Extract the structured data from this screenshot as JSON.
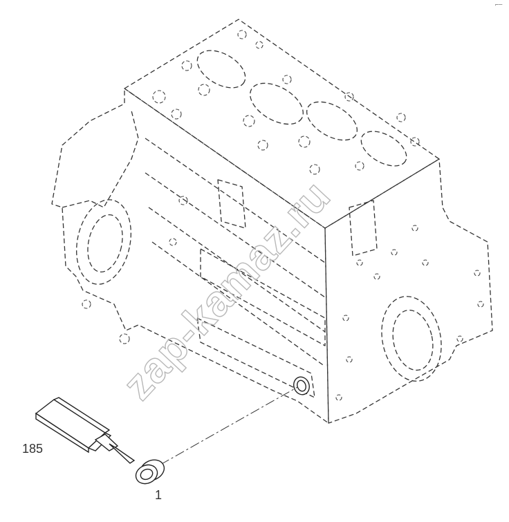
{
  "parts": [
    {
      "callout": "185",
      "part": "sealant-tube"
    },
    {
      "callout": "1",
      "part": "plug-seal"
    }
  ],
  "watermark": "zap-kamaz.ru",
  "corner_mark": "⌐─"
}
